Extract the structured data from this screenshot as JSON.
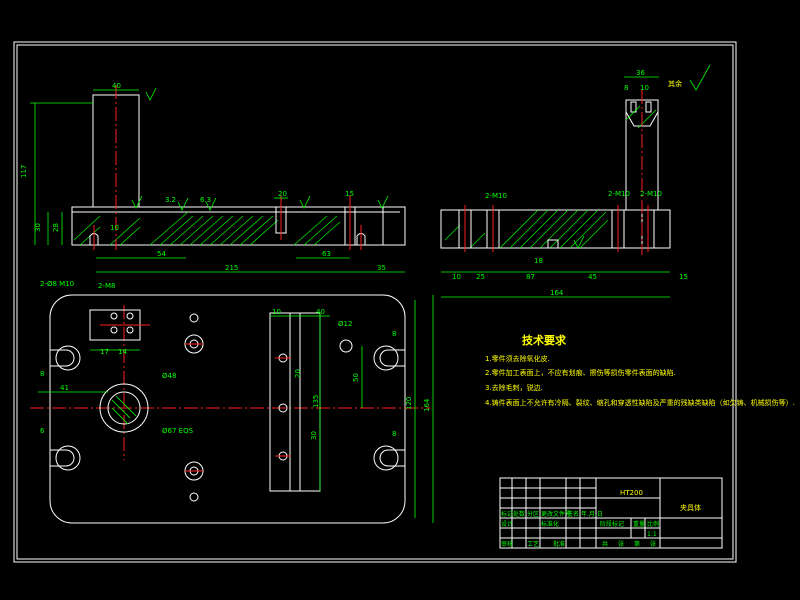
{
  "drawing": {
    "roughness_symbol": "其余",
    "tech_req": {
      "title": "技术要求",
      "items": [
        "1.零件须去除氧化皮.",
        "2.零件加工表面上，不应有划痕、擦伤等损伤零件表面的缺陷.",
        "3.去除毛刺，锐边.",
        "4.铸件表面上不允许有冷隔、裂纹、缩孔和穿透性缺陷及严重的残缺类缺陷（如欠铸、机械损伤等）."
      ]
    },
    "title_block": {
      "material": "HT200",
      "part_name": "夹具体",
      "labels": [
        "标记",
        "处数",
        "分区",
        "更改文件号",
        "签名",
        "年.月.日"
      ],
      "row2": [
        "设计",
        "标准化",
        "阶段标记",
        "重量",
        "比例"
      ],
      "row3": [
        "审核",
        "工艺",
        "批准",
        "共",
        "张",
        "第",
        "张"
      ],
      "scale": "1:1"
    },
    "front_view_dims": {
      "top_width": "40",
      "height_total": "117",
      "left_height": "30",
      "mid_height": "28",
      "bottom_54": "54",
      "bottom_215": "215",
      "bottom_63": "63",
      "right_35": "35",
      "hole_20": "20",
      "hole_15": "15",
      "dia_10": "10",
      "note_2x8": "2-Ø8",
      "roughness_3_2": "3.2",
      "roughness_6_3": "6.3"
    },
    "side_view_dims": {
      "top_36": "36",
      "top_8": "8",
      "top_10": "10",
      "hole_left": "2-M10",
      "hole_right1": "2-M10",
      "hole_right2": "2-M10",
      "b_10": "10",
      "b_25": "25",
      "b_87": "87",
      "b_45": "45",
      "b_15": "15",
      "total_164": "164",
      "mid_18": "18"
    },
    "plan_view_dims": {
      "corner_note": "2-Ø8 M10",
      "note2": "2-M8",
      "d17": "17",
      "d14": "14",
      "left_8": "8",
      "left_41": "41",
      "center_dia": "Ø48",
      "dia_note": "Ø67 EQS",
      "d10": "10",
      "d40": "40",
      "d10b": "10",
      "dia12": "Ø12",
      "d20": "20",
      "d135": "135",
      "d50": "50",
      "d30": "30",
      "d120": "120",
      "d164": "164",
      "d8r": "8",
      "d6": "6",
      "d8a": "8"
    }
  }
}
